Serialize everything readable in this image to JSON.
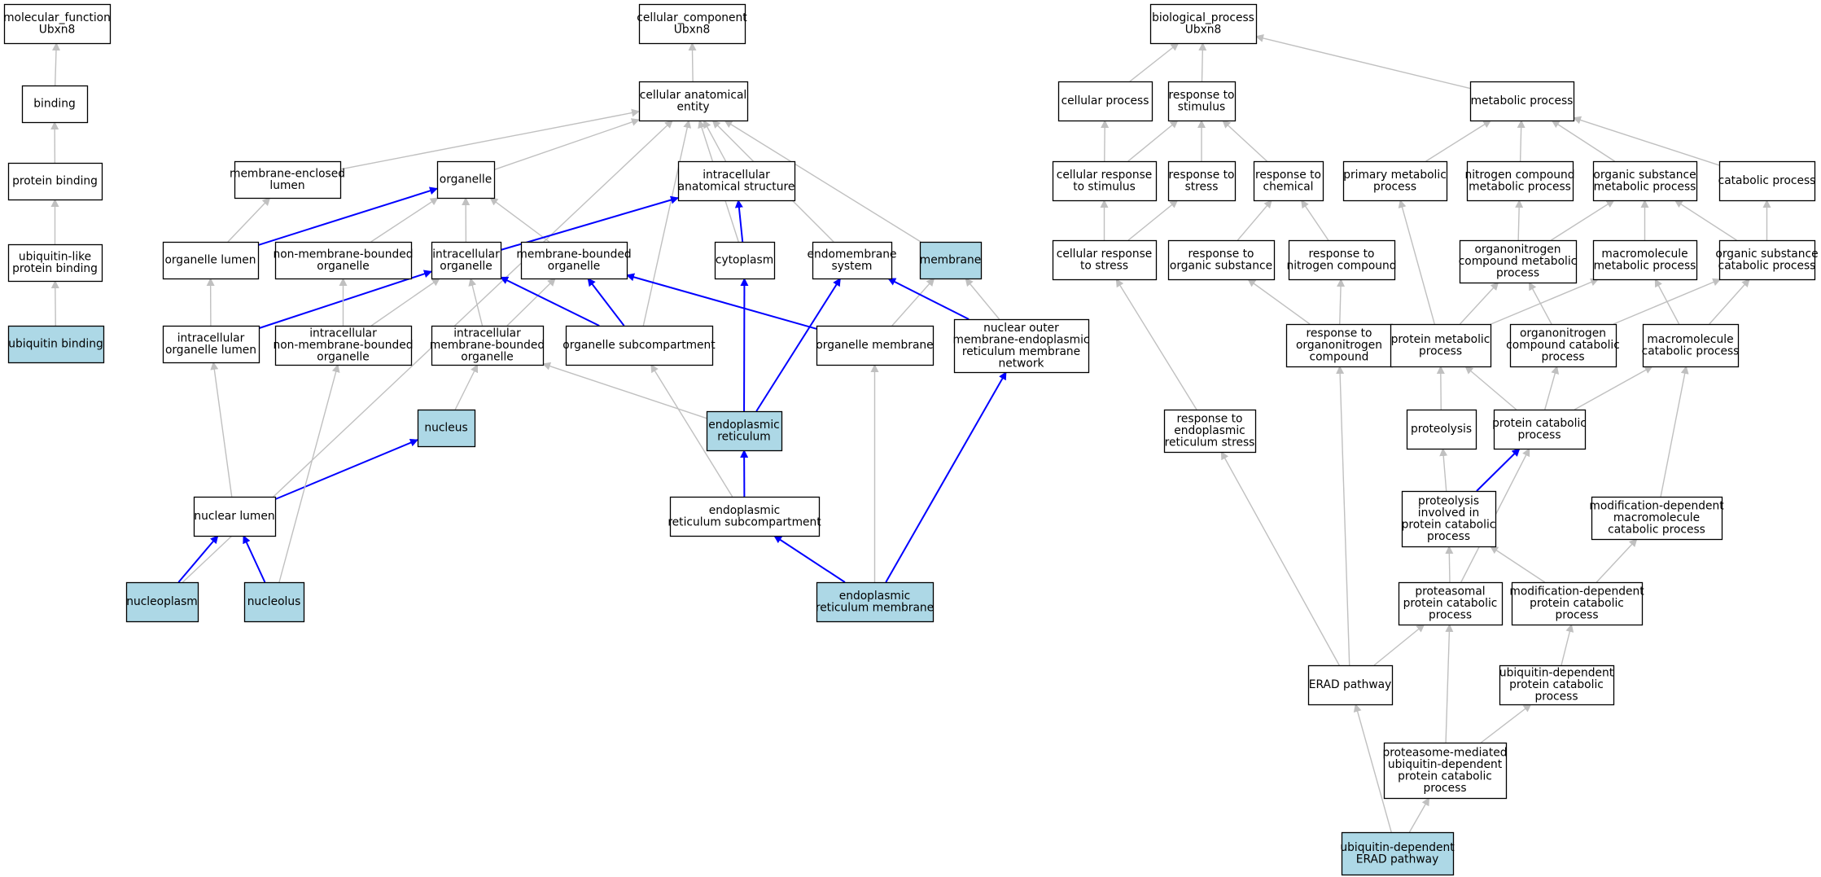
{
  "colors": {
    "node_fill": "#ffffff",
    "highlight_fill": "#add8e6",
    "node_stroke": "#000000",
    "edge_default": "#c0c0c0",
    "edge_highlight": "#0000ff"
  },
  "nodes": [
    {
      "id": "mf",
      "lines": [
        "molecular_function",
        "Ubxn8"
      ],
      "hl": false
    },
    {
      "id": "binding",
      "lines": [
        "binding"
      ],
      "hl": false
    },
    {
      "id": "protbind",
      "lines": [
        "protein binding"
      ],
      "hl": false
    },
    {
      "id": "ublbind",
      "lines": [
        "ubiquitin-like",
        "protein binding"
      ],
      "hl": false
    },
    {
      "id": "ubbind",
      "lines": [
        "ubiquitin binding"
      ],
      "hl": true
    },
    {
      "id": "cc",
      "lines": [
        "cellular_component",
        "Ubxn8"
      ],
      "hl": false
    },
    {
      "id": "cae",
      "lines": [
        "cellular anatomical",
        "entity"
      ],
      "hl": false
    },
    {
      "id": "mel",
      "lines": [
        "membrane-enclosed",
        "lumen"
      ],
      "hl": false
    },
    {
      "id": "organelle",
      "lines": [
        "organelle"
      ],
      "hl": false
    },
    {
      "id": "ias",
      "lines": [
        "intracellular",
        "anatomical structure"
      ],
      "hl": false
    },
    {
      "id": "orglumen",
      "lines": [
        "organelle lumen"
      ],
      "hl": false
    },
    {
      "id": "nmbo",
      "lines": [
        "non-membrane-bounded",
        "organelle"
      ],
      "hl": false
    },
    {
      "id": "intraorg",
      "lines": [
        "intracellular",
        "organelle"
      ],
      "hl": false
    },
    {
      "id": "mbo",
      "lines": [
        "membrane-bounded",
        "organelle"
      ],
      "hl": false
    },
    {
      "id": "cytoplasm",
      "lines": [
        "cytoplasm"
      ],
      "hl": false
    },
    {
      "id": "endomem",
      "lines": [
        "endomembrane",
        "system"
      ],
      "hl": false
    },
    {
      "id": "membrane",
      "lines": [
        "membrane"
      ],
      "hl": true
    },
    {
      "id": "iol",
      "lines": [
        "intracellular",
        "organelle lumen"
      ],
      "hl": false
    },
    {
      "id": "inmbo",
      "lines": [
        "intracellular",
        "non-membrane-bounded",
        "organelle"
      ],
      "hl": false
    },
    {
      "id": "imbo",
      "lines": [
        "intracellular",
        "membrane-bounded",
        "organelle"
      ],
      "hl": false
    },
    {
      "id": "osc",
      "lines": [
        "organelle subcompartment"
      ],
      "hl": false
    },
    {
      "id": "orgmem",
      "lines": [
        "organelle membrane"
      ],
      "hl": false
    },
    {
      "id": "nomer",
      "lines": [
        "nuclear outer",
        "membrane-endoplasmic",
        "reticulum membrane",
        "network"
      ],
      "hl": false
    },
    {
      "id": "nucleus",
      "lines": [
        "nucleus"
      ],
      "hl": true
    },
    {
      "id": "er",
      "lines": [
        "endoplasmic",
        "reticulum"
      ],
      "hl": true
    },
    {
      "id": "nuclumen",
      "lines": [
        "nuclear lumen"
      ],
      "hl": false
    },
    {
      "id": "ersc",
      "lines": [
        "endoplasmic",
        "reticulum subcompartment"
      ],
      "hl": false
    },
    {
      "id": "nucleoplasm",
      "lines": [
        "nucleoplasm"
      ],
      "hl": true
    },
    {
      "id": "nucleolus",
      "lines": [
        "nucleolus"
      ],
      "hl": true
    },
    {
      "id": "ermem",
      "lines": [
        "endoplasmic",
        "reticulum membrane"
      ],
      "hl": true
    },
    {
      "id": "bp",
      "lines": [
        "biological_process",
        "Ubxn8"
      ],
      "hl": false
    },
    {
      "id": "cellproc",
      "lines": [
        "cellular process"
      ],
      "hl": false
    },
    {
      "id": "rstim",
      "lines": [
        "response to",
        "stimulus"
      ],
      "hl": false
    },
    {
      "id": "metproc",
      "lines": [
        "metabolic process"
      ],
      "hl": false
    },
    {
      "id": "crstim",
      "lines": [
        "cellular response",
        "to stimulus"
      ],
      "hl": false
    },
    {
      "id": "rstress",
      "lines": [
        "response to",
        "stress"
      ],
      "hl": false
    },
    {
      "id": "rchem",
      "lines": [
        "response to",
        "chemical"
      ],
      "hl": false
    },
    {
      "id": "primmet",
      "lines": [
        "primary metabolic",
        "process"
      ],
      "hl": false
    },
    {
      "id": "ncmet",
      "lines": [
        "nitrogen compound",
        "metabolic process"
      ],
      "hl": false
    },
    {
      "id": "osmet",
      "lines": [
        "organic substance",
        "metabolic process"
      ],
      "hl": false
    },
    {
      "id": "catproc",
      "lines": [
        "catabolic process"
      ],
      "hl": false
    },
    {
      "id": "crstress",
      "lines": [
        "cellular response",
        "to stress"
      ],
      "hl": false
    },
    {
      "id": "rorgsub",
      "lines": [
        "response to",
        "organic substance"
      ],
      "hl": false
    },
    {
      "id": "rnitro",
      "lines": [
        "response to",
        "nitrogen compound"
      ],
      "hl": false
    },
    {
      "id": "oncmet",
      "lines": [
        "organonitrogen",
        "compound metabolic",
        "process"
      ],
      "hl": false
    },
    {
      "id": "macmet",
      "lines": [
        "macromolecule",
        "metabolic process"
      ],
      "hl": false
    },
    {
      "id": "oscat",
      "lines": [
        "organic substance",
        "catabolic process"
      ],
      "hl": false
    },
    {
      "id": "rorgnitro",
      "lines": [
        "response to",
        "organonitrogen",
        "compound"
      ],
      "hl": false
    },
    {
      "id": "protmet",
      "lines": [
        "protein metabolic",
        "process"
      ],
      "hl": false
    },
    {
      "id": "onccat",
      "lines": [
        "organonitrogen",
        "compound catabolic",
        "process"
      ],
      "hl": false
    },
    {
      "id": "maccat",
      "lines": [
        "macromolecule",
        "catabolic process"
      ],
      "hl": false
    },
    {
      "id": "rerstress",
      "lines": [
        "response to",
        "endoplasmic",
        "reticulum stress"
      ],
      "hl": false
    },
    {
      "id": "proteolysis",
      "lines": [
        "proteolysis"
      ],
      "hl": false
    },
    {
      "id": "protcat",
      "lines": [
        "protein catabolic",
        "process"
      ],
      "hl": false
    },
    {
      "id": "pipcp",
      "lines": [
        "proteolysis",
        "involved in",
        "protein catabolic",
        "process"
      ],
      "hl": false
    },
    {
      "id": "mdmcp",
      "lines": [
        "modification-dependent",
        "macromolecule",
        "catabolic process"
      ],
      "hl": false
    },
    {
      "id": "ppcp",
      "lines": [
        "proteasomal",
        "protein catabolic",
        "process"
      ],
      "hl": false
    },
    {
      "id": "mdpcp",
      "lines": [
        "modification-dependent",
        "protein catabolic",
        "process"
      ],
      "hl": false
    },
    {
      "id": "erad",
      "lines": [
        "ERAD pathway"
      ],
      "hl": false
    },
    {
      "id": "udpcp",
      "lines": [
        "ubiquitin-dependent",
        "protein catabolic",
        "process"
      ],
      "hl": false
    },
    {
      "id": "pmudpcp",
      "lines": [
        "proteasome-mediated",
        "ubiquitin-dependent",
        "protein catabolic",
        "process"
      ],
      "hl": false
    },
    {
      "id": "uderad",
      "lines": [
        "ubiquitin-dependent",
        "ERAD pathway"
      ],
      "hl": true
    }
  ],
  "edges": [
    {
      "from": "binding",
      "to": "mf",
      "hl": false
    },
    {
      "from": "protbind",
      "to": "binding",
      "hl": false
    },
    {
      "from": "ublbind",
      "to": "protbind",
      "hl": false
    },
    {
      "from": "ubbind",
      "to": "ublbind",
      "hl": false
    },
    {
      "from": "cae",
      "to": "cc",
      "hl": false
    },
    {
      "from": "mel",
      "to": "cae",
      "hl": false
    },
    {
      "from": "organelle",
      "to": "cae",
      "hl": false
    },
    {
      "from": "ias",
      "to": "cae",
      "hl": false
    },
    {
      "from": "cytoplasm",
      "to": "cae",
      "hl": false
    },
    {
      "from": "endomem",
      "to": "cae",
      "hl": false
    },
    {
      "from": "membrane",
      "to": "cae",
      "hl": false
    },
    {
      "from": "osc",
      "to": "cae",
      "hl": false
    },
    {
      "from": "nucleoplasm",
      "to": "cae",
      "hl": false
    },
    {
      "from": "orglumen",
      "to": "mel",
      "hl": false
    },
    {
      "from": "orglumen",
      "to": "organelle",
      "hl": true
    },
    {
      "from": "nmbo",
      "to": "organelle",
      "hl": false
    },
    {
      "from": "intraorg",
      "to": "organelle",
      "hl": false
    },
    {
      "from": "mbo",
      "to": "organelle",
      "hl": false
    },
    {
      "from": "intraorg",
      "to": "ias",
      "hl": true
    },
    {
      "from": "cytoplasm",
      "to": "ias",
      "hl": true
    },
    {
      "from": "iol",
      "to": "orglumen",
      "hl": false
    },
    {
      "from": "iol",
      "to": "intraorg",
      "hl": true
    },
    {
      "from": "inmbo",
      "to": "nmbo",
      "hl": false
    },
    {
      "from": "inmbo",
      "to": "intraorg",
      "hl": false
    },
    {
      "from": "imbo",
      "to": "intraorg",
      "hl": false
    },
    {
      "from": "imbo",
      "to": "mbo",
      "hl": false
    },
    {
      "from": "osc",
      "to": "intraorg",
      "hl": true
    },
    {
      "from": "osc",
      "to": "mbo",
      "hl": true
    },
    {
      "from": "orgmem",
      "to": "mbo",
      "hl": true
    },
    {
      "from": "orgmem",
      "to": "membrane",
      "hl": false
    },
    {
      "from": "nomer",
      "to": "endomem",
      "hl": true
    },
    {
      "from": "nomer",
      "to": "membrane",
      "hl": false
    },
    {
      "from": "nucleus",
      "to": "imbo",
      "hl": false
    },
    {
      "from": "er",
      "to": "imbo",
      "hl": false
    },
    {
      "from": "er",
      "to": "cytoplasm",
      "hl": true
    },
    {
      "from": "er",
      "to": "endomem",
      "hl": true
    },
    {
      "from": "nuclumen",
      "to": "iol",
      "hl": false
    },
    {
      "from": "nuclumen",
      "to": "nucleus",
      "hl": true
    },
    {
      "from": "ersc",
      "to": "osc",
      "hl": false
    },
    {
      "from": "ersc",
      "to": "er",
      "hl": true
    },
    {
      "from": "nucleoplasm",
      "to": "nuclumen",
      "hl": true
    },
    {
      "from": "nucleolus",
      "to": "nuclumen",
      "hl": true
    },
    {
      "from": "nucleolus",
      "to": "inmbo",
      "hl": false
    },
    {
      "from": "ermem",
      "to": "ersc",
      "hl": true
    },
    {
      "from": "ermem",
      "to": "orgmem",
      "hl": false
    },
    {
      "from": "ermem",
      "to": "nomer",
      "hl": true
    },
    {
      "from": "cellproc",
      "to": "bp",
      "hl": false
    },
    {
      "from": "rstim",
      "to": "bp",
      "hl": false
    },
    {
      "from": "metproc",
      "to": "bp",
      "hl": false
    },
    {
      "from": "crstim",
      "to": "cellproc",
      "hl": false
    },
    {
      "from": "crstim",
      "to": "rstim",
      "hl": false
    },
    {
      "from": "rstress",
      "to": "rstim",
      "hl": false
    },
    {
      "from": "rchem",
      "to": "rstim",
      "hl": false
    },
    {
      "from": "primmet",
      "to": "metproc",
      "hl": false
    },
    {
      "from": "ncmet",
      "to": "metproc",
      "hl": false
    },
    {
      "from": "osmet",
      "to": "metproc",
      "hl": false
    },
    {
      "from": "catproc",
      "to": "metproc",
      "hl": false
    },
    {
      "from": "crstress",
      "to": "crstim",
      "hl": false
    },
    {
      "from": "crstress",
      "to": "rstress",
      "hl": false
    },
    {
      "from": "rorgsub",
      "to": "rchem",
      "hl": false
    },
    {
      "from": "rnitro",
      "to": "rchem",
      "hl": false
    },
    {
      "from": "oncmet",
      "to": "ncmet",
      "hl": false
    },
    {
      "from": "oncmet",
      "to": "osmet",
      "hl": false
    },
    {
      "from": "macmet",
      "to": "osmet",
      "hl": false
    },
    {
      "from": "oscat",
      "to": "osmet",
      "hl": false
    },
    {
      "from": "oscat",
      "to": "catproc",
      "hl": false
    },
    {
      "from": "rorgnitro",
      "to": "rorgsub",
      "hl": false
    },
    {
      "from": "rorgnitro",
      "to": "rnitro",
      "hl": false
    },
    {
      "from": "protmet",
      "to": "primmet",
      "hl": false
    },
    {
      "from": "protmet",
      "to": "oncmet",
      "hl": false
    },
    {
      "from": "protmet",
      "to": "macmet",
      "hl": false
    },
    {
      "from": "onccat",
      "to": "oncmet",
      "hl": false
    },
    {
      "from": "onccat",
      "to": "oscat",
      "hl": false
    },
    {
      "from": "maccat",
      "to": "macmet",
      "hl": false
    },
    {
      "from": "maccat",
      "to": "oscat",
      "hl": false
    },
    {
      "from": "rerstress",
      "to": "crstress",
      "hl": false
    },
    {
      "from": "proteolysis",
      "to": "protmet",
      "hl": false
    },
    {
      "from": "protcat",
      "to": "protmet",
      "hl": false
    },
    {
      "from": "protcat",
      "to": "onccat",
      "hl": false
    },
    {
      "from": "protcat",
      "to": "maccat",
      "hl": false
    },
    {
      "from": "pipcp",
      "to": "proteolysis",
      "hl": false
    },
    {
      "from": "pipcp",
      "to": "protcat",
      "hl": true
    },
    {
      "from": "mdmcp",
      "to": "maccat",
      "hl": false
    },
    {
      "from": "ppcp",
      "to": "pipcp",
      "hl": false
    },
    {
      "from": "ppcp",
      "to": "protcat",
      "hl": false
    },
    {
      "from": "mdpcp",
      "to": "pipcp",
      "hl": false
    },
    {
      "from": "mdpcp",
      "to": "mdmcp",
      "hl": false
    },
    {
      "from": "erad",
      "to": "rorgnitro",
      "hl": false
    },
    {
      "from": "erad",
      "to": "rerstress",
      "hl": false
    },
    {
      "from": "erad",
      "to": "ppcp",
      "hl": false
    },
    {
      "from": "udpcp",
      "to": "mdpcp",
      "hl": false
    },
    {
      "from": "pmudpcp",
      "to": "ppcp",
      "hl": false
    },
    {
      "from": "pmudpcp",
      "to": "udpcp",
      "hl": false
    },
    {
      "from": "uderad",
      "to": "erad",
      "hl": false
    },
    {
      "from": "uderad",
      "to": "pmudpcp",
      "hl": false
    }
  ]
}
